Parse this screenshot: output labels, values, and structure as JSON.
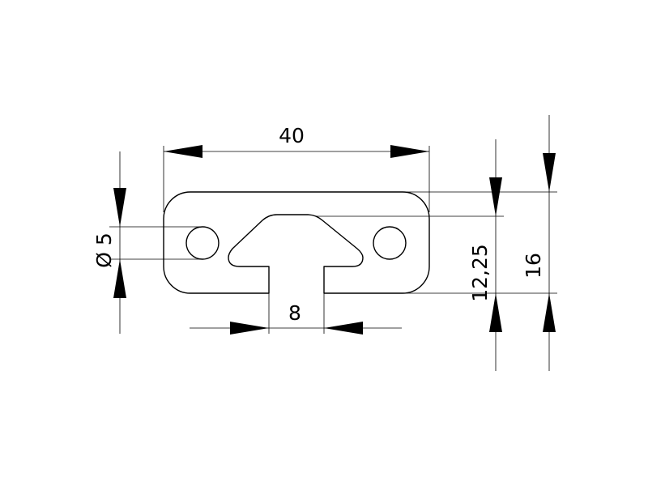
{
  "dimensions": {
    "width": "40",
    "slot_width": "8",
    "hole_diameter": "Ø 5",
    "slot_depth": "12,25",
    "height": "16"
  },
  "colors": {
    "line": "#000000",
    "background": "#ffffff"
  }
}
